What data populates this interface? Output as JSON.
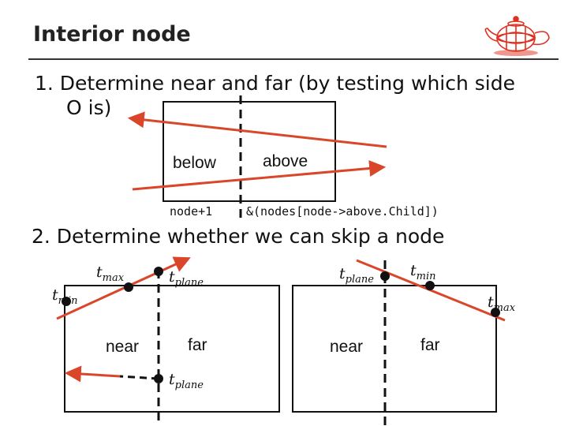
{
  "title": "Interior node",
  "step1": {
    "line1": "1. Determine near and far (by testing which side",
    "line2": "O is)",
    "below_label": "below",
    "above_label": "above",
    "near_code": "node+1",
    "far_code": "&(nodes[node->above.Child])"
  },
  "step2": {
    "text": "2. Determine whether we can skip a node",
    "left": {
      "t_max": "t",
      "t_max_sub": "max",
      "t_plane": "t",
      "t_plane_sub": "plane",
      "t_min": "t",
      "t_min_sub": "min",
      "near_label": "near",
      "far_label": "far",
      "t_plane_bottom": "t",
      "t_plane_bottom_sub": "plane"
    },
    "right": {
      "t_plane": "t",
      "t_plane_sub": "plane",
      "t_min": "t",
      "t_min_sub": "min",
      "t_max": "t",
      "t_max_sub": "max",
      "near_label": "near",
      "far_label": "far"
    }
  },
  "colors": {
    "ray": "#d9462a",
    "line": "#111111",
    "logo": "#e03020"
  },
  "icons": {
    "logo": "teapot-logo-icon"
  }
}
